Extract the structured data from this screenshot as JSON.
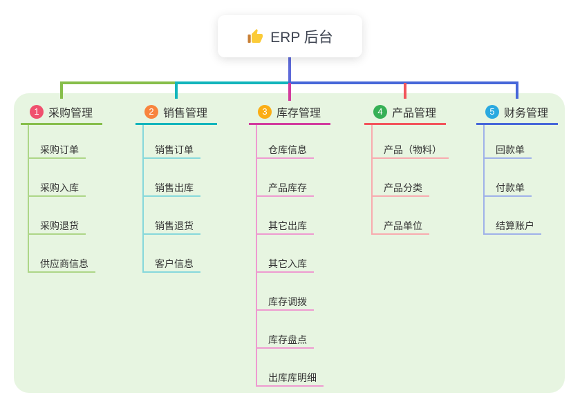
{
  "page": {
    "panel_color": "#E7F5E1",
    "text_color": "#333333"
  },
  "root": {
    "label": "ERP 后台",
    "icon": "thumbs-up-icon",
    "line_color": "#5E6AD9"
  },
  "branches": [
    {
      "number": "1",
      "title": "采购管理",
      "circle_color": "#F0506E",
      "line_color": "#87BE4B",
      "child_line_color": "#ADD687",
      "children": [
        "采购订单",
        "采购入库",
        "采购退货",
        "供应商信息"
      ]
    },
    {
      "number": "2",
      "title": "销售管理",
      "circle_color": "#F8843D",
      "line_color": "#13B5BC",
      "child_line_color": "#86D8DB",
      "children": [
        "销售订单",
        "销售出库",
        "销售退货",
        "客户信息"
      ]
    },
    {
      "number": "3",
      "title": "库存管理",
      "circle_color": "#FBAD14",
      "line_color": "#D23C9E",
      "child_line_color": "#EE9AD0",
      "children": [
        "仓库信息",
        "产品库存",
        "其它出库",
        "其它入库",
        "库存调拨",
        "库存盘点",
        "出库库明细"
      ]
    },
    {
      "number": "4",
      "title": "产品管理",
      "circle_color": "#36B055",
      "line_color": "#F2545B",
      "child_line_color": "#F8ABAF",
      "children": [
        "产品（物料）",
        "产品分类",
        "产品单位"
      ]
    },
    {
      "number": "5",
      "title": "财务管理",
      "circle_color": "#2AA9E0",
      "line_color": "#4767D9",
      "child_line_color": "#9FB1E9",
      "children": [
        "回款单",
        "付款单",
        "结算账户"
      ]
    }
  ]
}
